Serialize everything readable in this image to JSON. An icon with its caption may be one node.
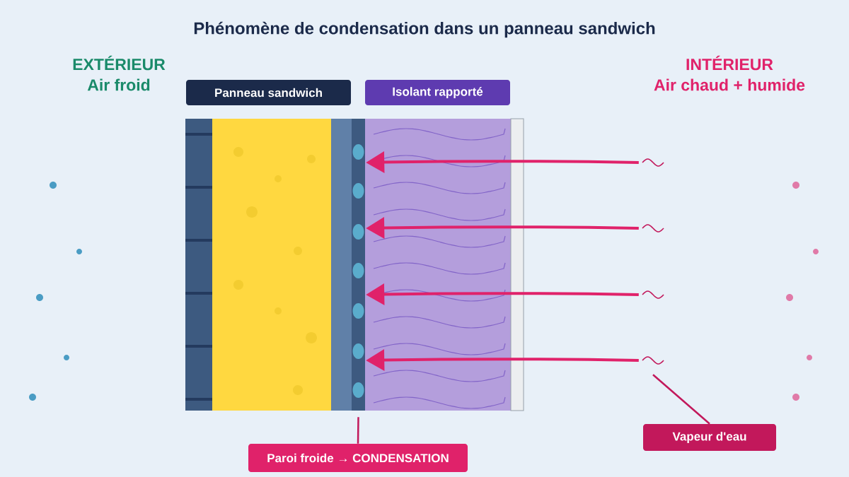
{
  "diagram": {
    "title": "Phénomène de condensation dans un panneau sandwich",
    "nodes": [
      {
        "text": [
          "Panneau sandwich"
        ]
      },
      {
        "text": [
          "Isolant rapporté"
        ]
      },
      {
        "text": [],
        "shape": "bar"
      },
      {
        "text": [],
        "shape": "wave"
      },
      {
        "text": [],
        "shape": "wave"
      },
      {
        "text": [],
        "shape": "wave"
      },
      {
        "text": [],
        "shape": "wave"
      },
      {
        "text": [
          "Paroi froide → CONDENSATION"
        ]
      },
      {
        "text": [
          "Vapeur d'eau"
        ]
      }
    ],
    "edges": [
      {
        "from": 3,
        "to": 2,
        "arrow": "to"
      },
      {
        "from": 4,
        "to": 2,
        "arrow": "to"
      },
      {
        "from": 5,
        "to": 2,
        "arrow": "to"
      },
      {
        "from": 6,
        "to": 2,
        "arrow": "to"
      },
      {
        "from": 7,
        "to": 2,
        "arrow": "none"
      },
      {
        "from": 8,
        "to": 6,
        "arrow": "none"
      }
    ],
    "labels": [
      "EXTÉRIEUR",
      "Air froid",
      "INTÉRIEUR",
      "Air chaud + humide"
    ]
  }
}
